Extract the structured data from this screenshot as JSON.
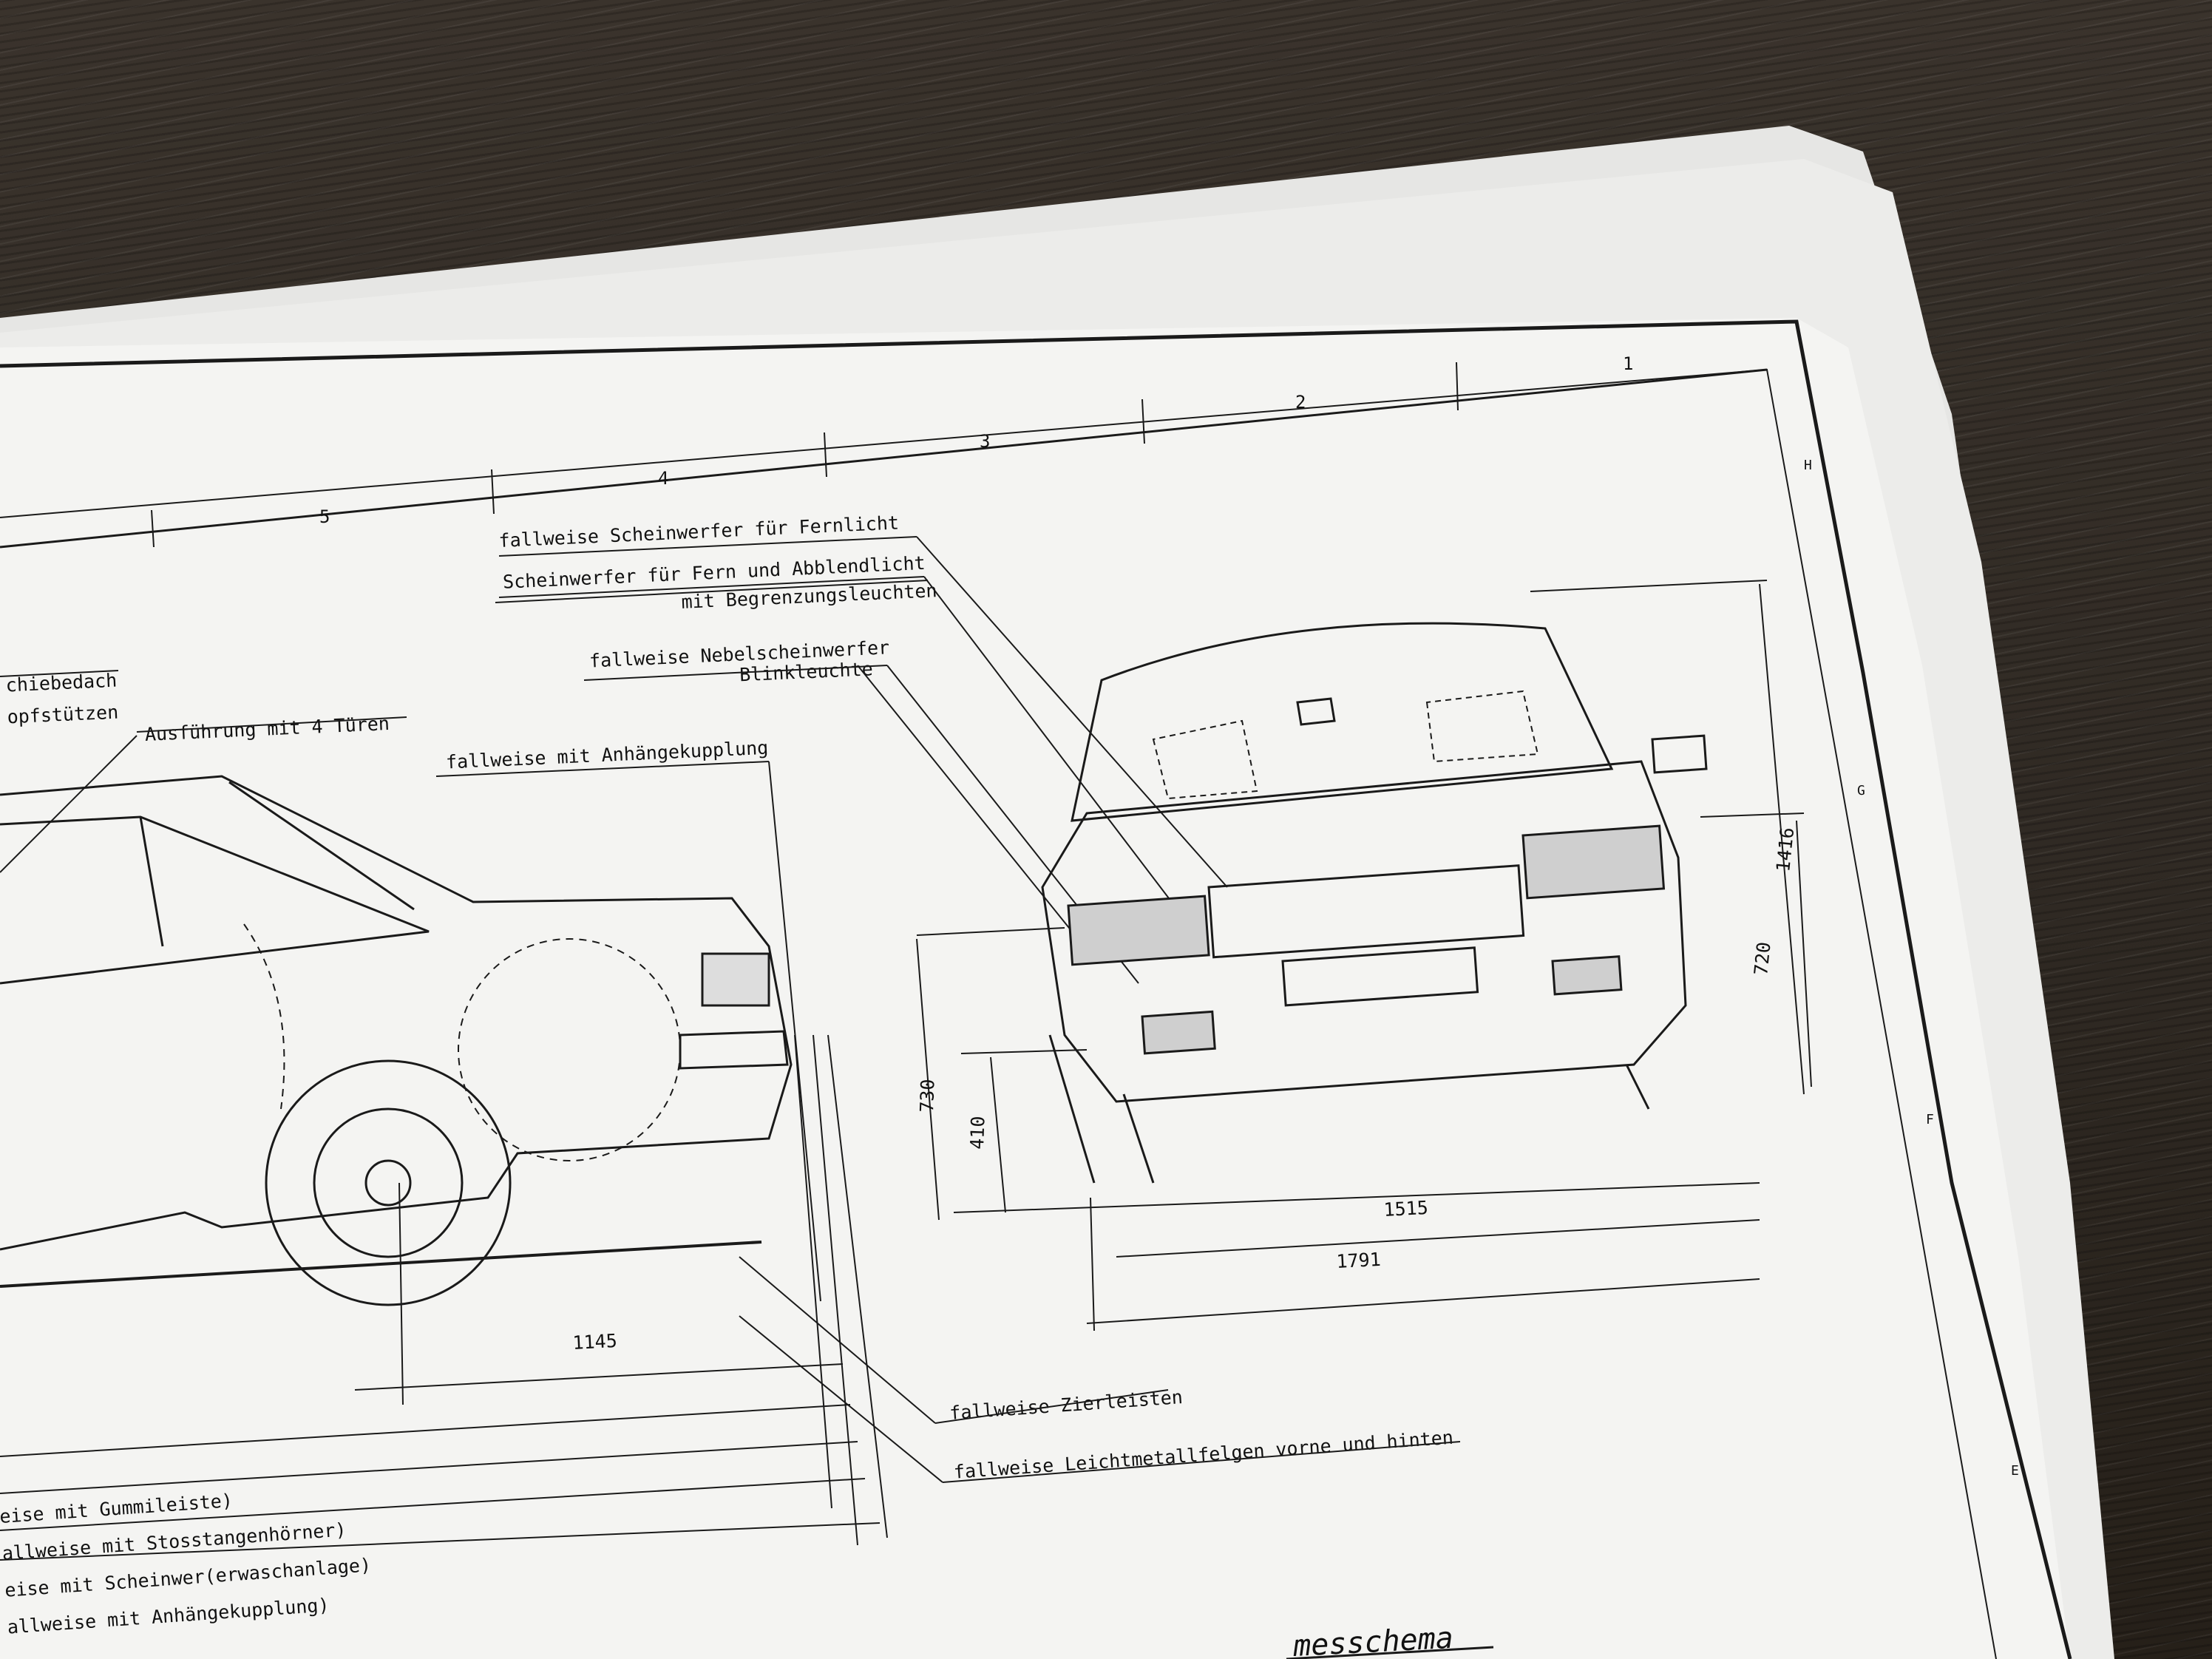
{
  "grid_columns": [
    "1",
    "2",
    "3",
    "4",
    "5"
  ],
  "grid_rows": [
    "H",
    "G",
    "F",
    "E"
  ],
  "callouts_top": {
    "fernlicht": "fallweise Scheinwerfer für Fernlicht",
    "fern_abblend": "Scheinwerfer für Fern und Abblendlicht",
    "begrenzung": "mit Begrenzungsleuchten",
    "nebel": "fallweise Nebelscheinwerfer",
    "blink": "Blinkleuchte",
    "anhaenge_top": "fallweise mit Anhängekupplung",
    "tueren": "Ausführung mit 4 Türen",
    "schiebedach": "chiebedach",
    "kopfstuetzen": "opfstützen"
  },
  "callouts_bottom": {
    "zierleisten": "fallweise Zierleisten",
    "felgen": "fallweise Leichtmetallfelgen vorne und hinten"
  },
  "callouts_left_bottom": [
    "eise mit Gummileiste)",
    "allweise mit Stosstangenhörner)",
    "eise mit Scheinwer(erwaschanlage)",
    "allweise mit Anhängekupplung)"
  ],
  "dimensions": {
    "d1145": "1145",
    "d730": "730",
    "d410": "410",
    "d1515": "1515",
    "d1791": "1791",
    "d1416": "1416",
    "d720": "720"
  },
  "title_fragment": "messchema",
  "colors": {
    "paper": "#f3f3f1",
    "ink": "#1a1a1a",
    "wood": "#2f2923"
  }
}
